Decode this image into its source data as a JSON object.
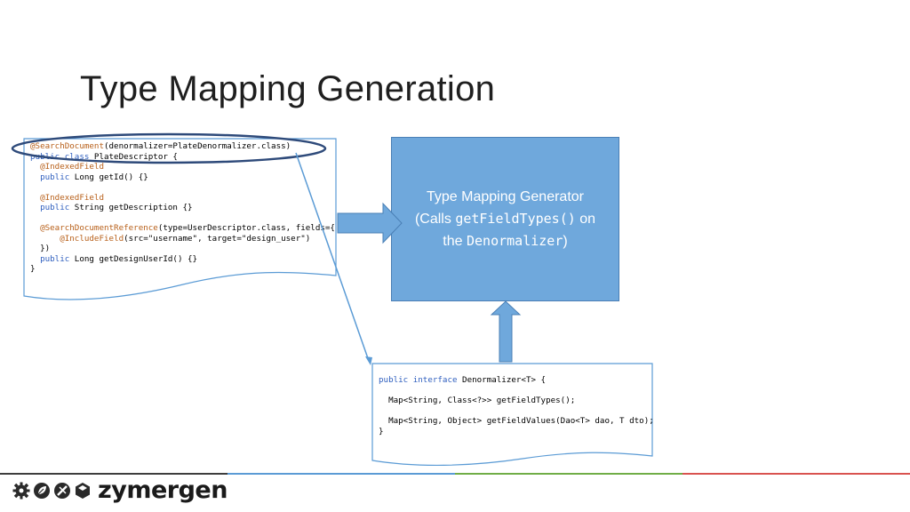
{
  "slide": {
    "title": "Type Mapping Generation"
  },
  "code_block": {
    "lines": [
      [
        {
          "t": "@SearchDocument",
          "c": "an"
        },
        {
          "t": "(denormalizer=PlateDenormalizer.class)"
        }
      ],
      [
        {
          "t": "public class",
          "c": "kw"
        },
        {
          "t": " PlateDescriptor {"
        }
      ],
      [
        {
          "t": "  @IndexedField",
          "c": "an"
        }
      ],
      [
        {
          "t": "  public",
          "c": "kw"
        },
        {
          "t": " Long getId() {}"
        }
      ],
      [
        {
          "t": ""
        }
      ],
      [
        {
          "t": "  @IndexedField",
          "c": "an"
        }
      ],
      [
        {
          "t": "  public",
          "c": "kw"
        },
        {
          "t": " String getDescription {}"
        }
      ],
      [
        {
          "t": ""
        }
      ],
      [
        {
          "t": "  @SearchDocumentReference",
          "c": "an"
        },
        {
          "t": "(type=UserDescriptor.class, fields={"
        }
      ],
      [
        {
          "t": "      @IncludeField",
          "c": "an"
        },
        {
          "t": "(src=\"username\", target=\"design_user\")"
        }
      ],
      [
        {
          "t": "  })"
        }
      ],
      [
        {
          "t": "  public",
          "c": "kw"
        },
        {
          "t": " Long getDesignUserId() {}"
        }
      ],
      [
        {
          "t": "}"
        }
      ]
    ]
  },
  "interface_block": {
    "lines": [
      [
        {
          "t": "public interface",
          "c": "kw"
        },
        {
          "t": " Denormalizer<T> {"
        }
      ],
      [
        {
          "t": ""
        }
      ],
      [
        {
          "t": "  Map<String, Class<?>> getFieldTypes();"
        }
      ],
      [
        {
          "t": ""
        }
      ],
      [
        {
          "t": "  Map<String, Object> getFieldValues(Dao<T> dao, T dto);"
        }
      ],
      [
        {
          "t": "}"
        }
      ]
    ]
  },
  "generator": {
    "line1": "Type Mapping Generator",
    "line2_prefix": "(Calls ",
    "line2_code": "getFieldTypes()",
    "line2_suffix": " on",
    "line3_prefix": "the ",
    "line3_code": "Denormalizer",
    "line3_suffix": ")"
  },
  "footer": {
    "logo_text": "zymergen",
    "logo_icons": [
      "gear-icon",
      "leaf-icon",
      "flask-icon",
      "cube-icon"
    ],
    "line_colors": [
      "#3d3d3d",
      "#5b9bd5",
      "#70ad47",
      "#d9534f"
    ]
  },
  "colors": {
    "box_fill": "#6fa8dc",
    "arrow_fill": "#6fa8dc",
    "highlight_ellipse": "#2e4a7a",
    "keyword": "#2f5fbf",
    "annotation": "#b8601a"
  }
}
